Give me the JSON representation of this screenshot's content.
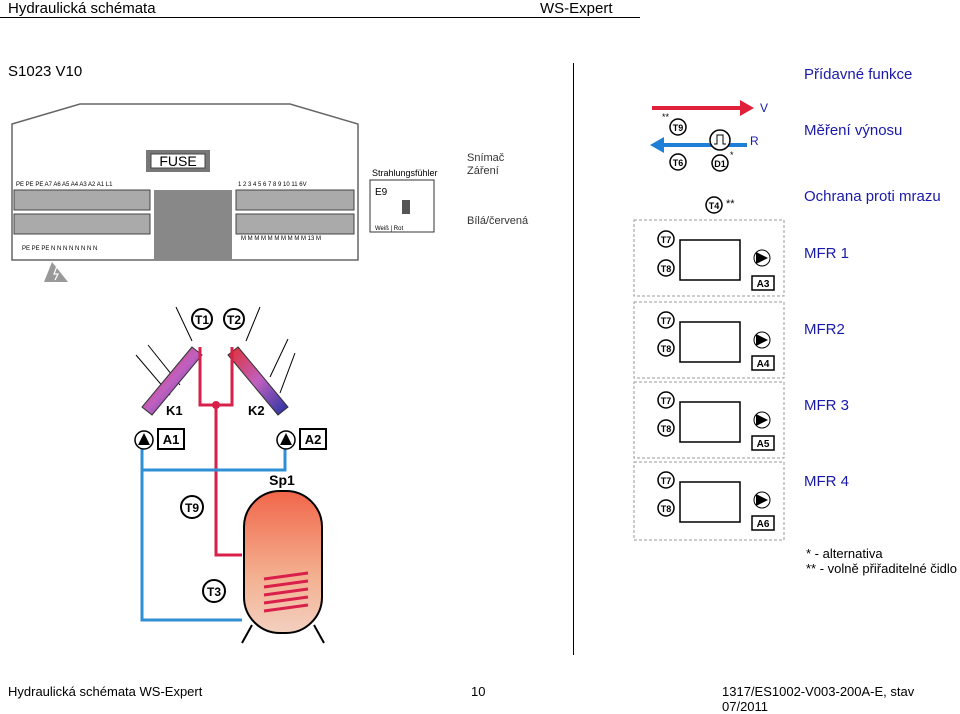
{
  "header": {
    "left": "Hydraulická schémata",
    "center": "WS-Expert"
  },
  "model": "S1023 V10",
  "right_labels": {
    "pridavne": "Přídavné funkce",
    "mereni": "Měření výnosu",
    "ochrana": "Ochrana proti mrazu",
    "mfr1": "MFR 1",
    "mfr2": "MFR2",
    "mfr3": "MFR 3",
    "mfr4": "MFR 4"
  },
  "sensor_note": {
    "line1": "Snímač",
    "line2": "Záření",
    "wire": "Bílá/červená"
  },
  "legend": {
    "l1": "* - alternativa",
    "l2": "** - volně přiřaditelné čidlo"
  },
  "footer": {
    "left": "Hydraulická schémata WS-Expert",
    "page": "10",
    "right": "1317/ES1002-V003-200A-E, stav 07/2011"
  },
  "device": {
    "fuse": "FUSE",
    "strahlung": "Strahlungsfühler",
    "e9": "E9",
    "weiss_rot": "Weiß | Rot",
    "top_left_terms": "PE PE PE A7 A6 A5 A4 A3 A2 A1 L1",
    "top_right_terms": "1 2 3 4 5 6 7 8 9 10 11 6V",
    "bot_left_terms": "PE PE PE N N N N N N N N",
    "bot_right_terms": "M M M M M M M M M M 13 M"
  },
  "schematic": {
    "t1": "T1",
    "t2": "T2",
    "k1": "K1",
    "k2": "K2",
    "a1": "A1",
    "a2": "A2",
    "t9": "T9",
    "t3": "T3",
    "sp1": "Sp1"
  },
  "extras": {
    "v": "V",
    "r": "R",
    "t9": "T9",
    "t6": "T6",
    "d1": "D1",
    "t4": "T4",
    "t7": "T7",
    "t8": "T8",
    "a3": "A3",
    "a4": "A4",
    "a5": "A5",
    "a6": "A6",
    "star": "*",
    "dstar": "**"
  },
  "colors": {
    "label_blue": "#1a1aa8",
    "pipe_red": "#d8204a",
    "pipe_blue": "#2f8fd4",
    "arrow_blue": "#1e7fd6",
    "arrow_red": "#e0203a"
  }
}
